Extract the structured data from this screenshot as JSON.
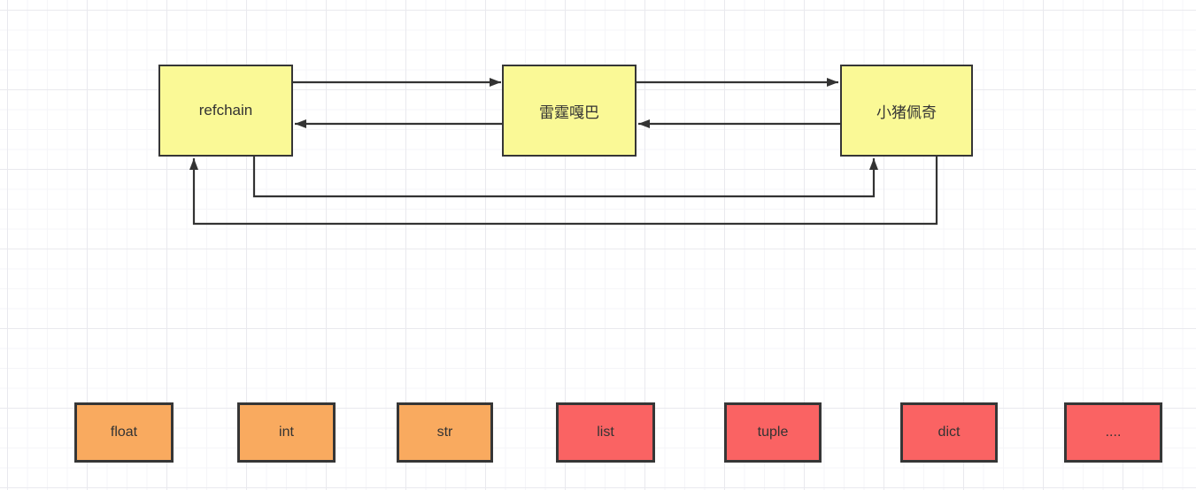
{
  "diagram": {
    "description": "Reference-chain diagram: three yellow nodes linked bidirectionally in a ring, above a row of Python type boxes",
    "nodes": [
      {
        "id": "refchain",
        "label": "refchain"
      },
      {
        "id": "leiting-gaba",
        "label": "雷霆嘎巴"
      },
      {
        "id": "xiaozhu-peiqi",
        "label": "小猪佩奇"
      }
    ],
    "edges": [
      {
        "from": "refchain",
        "to": "leiting-gaba",
        "route": "top-forward"
      },
      {
        "from": "leiting-gaba",
        "to": "refchain",
        "route": "top-back"
      },
      {
        "from": "leiting-gaba",
        "to": "xiaozhu-peiqi",
        "route": "top-forward"
      },
      {
        "from": "xiaozhu-peiqi",
        "to": "leiting-gaba",
        "route": "top-back"
      },
      {
        "from": "refchain",
        "to": "xiaozhu-peiqi",
        "route": "bottom-loop"
      },
      {
        "from": "xiaozhu-peiqi",
        "to": "refchain",
        "route": "bottom-loop"
      }
    ],
    "type_boxes": [
      {
        "label": "float",
        "color": "#f9aa5f"
      },
      {
        "label": "int",
        "color": "#f9aa5f"
      },
      {
        "label": "str",
        "color": "#f9aa5f"
      },
      {
        "label": "list",
        "color": "#fa6363"
      },
      {
        "label": "tuple",
        "color": "#fa6363"
      },
      {
        "label": "dict",
        "color": "#fa6363"
      },
      {
        "label": "....",
        "color": "#fa6363"
      }
    ],
    "colors": {
      "node_fill": "#faf996",
      "type_fill_orange": "#f9aa5f",
      "type_fill_red": "#fa6363",
      "stroke": "#333333",
      "text": "#333333",
      "grid_minor": "#f5f5f8",
      "grid_major": "#e9e9ee",
      "background": "#ffffff"
    }
  }
}
